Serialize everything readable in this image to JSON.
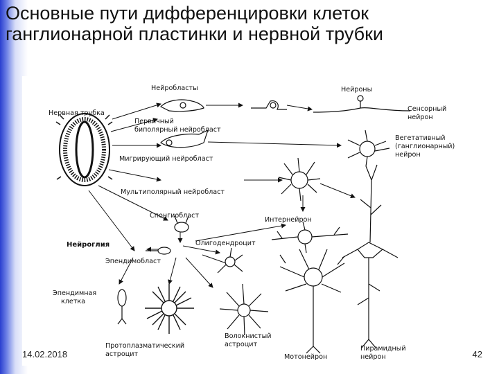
{
  "slide": {
    "title": "Основные пути дифференцировки клеток ганглионарной пластинки и нервной трубки",
    "date": "14.02.2018",
    "page_number": "42"
  },
  "diagram": {
    "labels": {
      "neuroblasts": "Нейробласты",
      "neurons": "Нейроны",
      "neural_tube": "Нервная трубка",
      "primary_bipolar_1": "Первичный",
      "primary_bipolar_2": "биполярный нейробласт",
      "sensory_1": "Сенсорный",
      "sensory_2": "нейрон",
      "vegetative_1": "Вегетативный",
      "vegetative_2": "(ганглионарный)",
      "vegetative_3": "нейрон",
      "migrating": "Мигрирующий нейробласт",
      "multipolar": "Мультиполярный нейробласт",
      "spongioblast": "Спонгиобласт",
      "interneuron": "Интернейрон",
      "neuroglia": "Нейроглия",
      "oligodendrocyte": "Олигодендроцит",
      "ependymoblast": "Эпендимобласт",
      "ependymal_1": "Эпендимная",
      "ependymal_2": "клетка",
      "protoplasmic_1": "Протоплазматический",
      "protoplasmic_2": "астроцит",
      "fibrous_1": "Волокнистый",
      "fibrous_2": "астроцит",
      "motoneuron": "Мотонейрон",
      "pyramidal_1": "Пирамидный",
      "pyramidal_2": "нейрон"
    }
  }
}
